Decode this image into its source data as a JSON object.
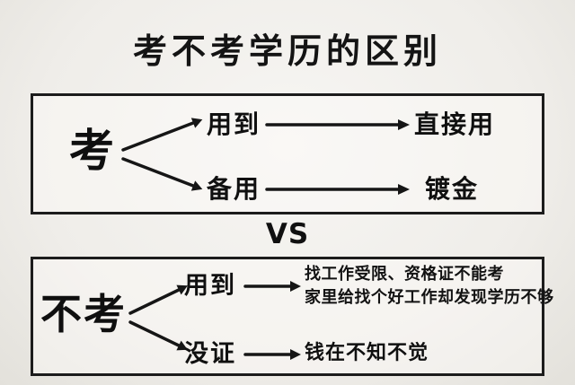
{
  "title": "考不考学历的区别",
  "vs_label": "VS",
  "exam": {
    "subject": "考",
    "branches": [
      {
        "label": "用到",
        "results": [
          "直接用"
        ]
      },
      {
        "label": "备用",
        "results": [
          "镀金"
        ]
      }
    ]
  },
  "no_exam": {
    "subject": "不考",
    "branches": [
      {
        "label": "用到",
        "results": [
          "找工作受限、资格证不能考",
          "家里给找个好工作却发现学历不够"
        ]
      },
      {
        "label": "没证",
        "results": [
          "钱在不知不觉"
        ]
      }
    ]
  },
  "colors": {
    "ink": "#161616",
    "background": "#f1efeb",
    "box_border": "#1c1c1c"
  }
}
